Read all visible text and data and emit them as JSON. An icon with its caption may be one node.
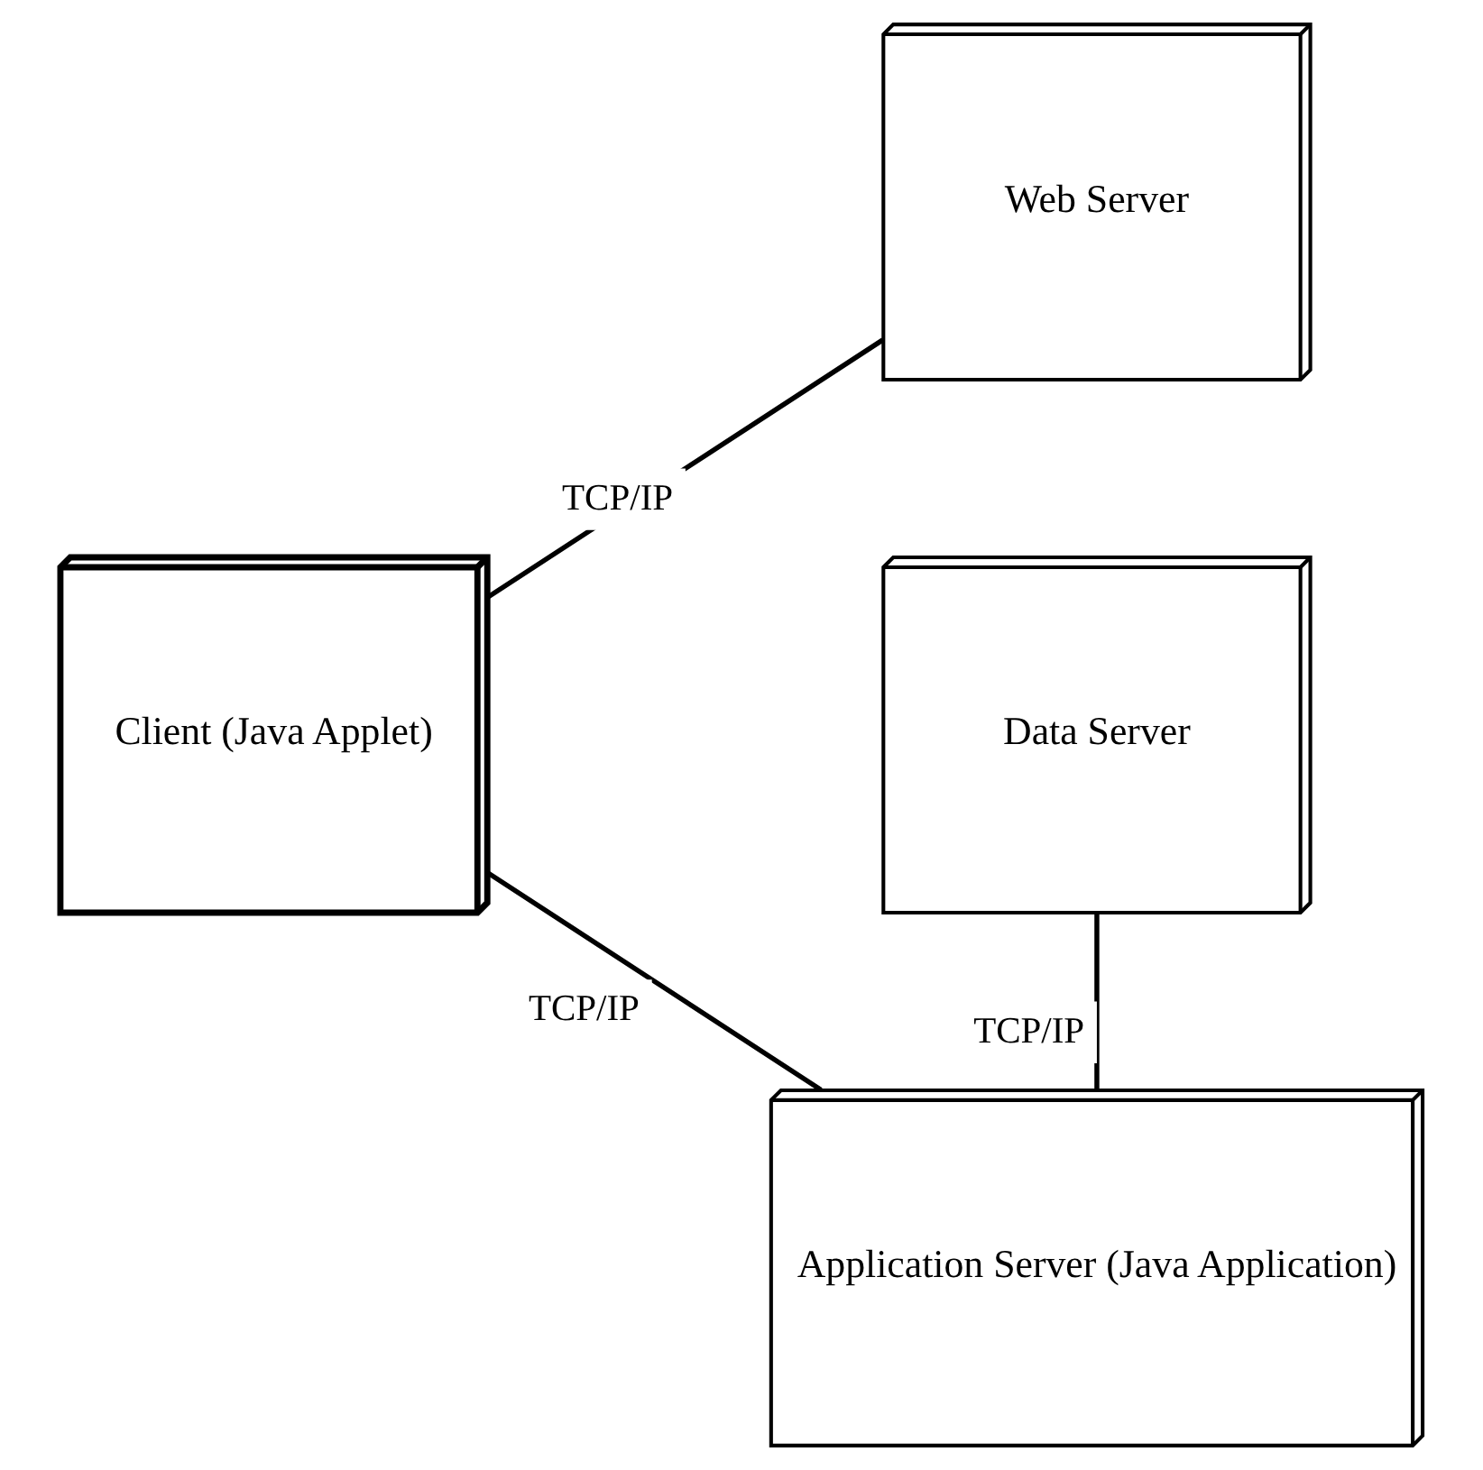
{
  "diagram": {
    "nodes": [
      {
        "text": [
          "Web Server"
        ]
      },
      {
        "text": [
          "Client (Java Applet)"
        ]
      },
      {
        "text": [
          "Data Server"
        ]
      },
      {
        "text": [
          "Application Server (Java Application)"
        ]
      }
    ],
    "edges": [
      {
        "from": 1,
        "to": 0,
        "arrow": "none",
        "label": "TCP/IP"
      },
      {
        "from": 2,
        "to": 3,
        "arrow": "none",
        "label": "TCP/IP"
      },
      {
        "from": 1,
        "to": 3,
        "arrow": "none",
        "label": "TCP/IP"
      }
    ]
  }
}
